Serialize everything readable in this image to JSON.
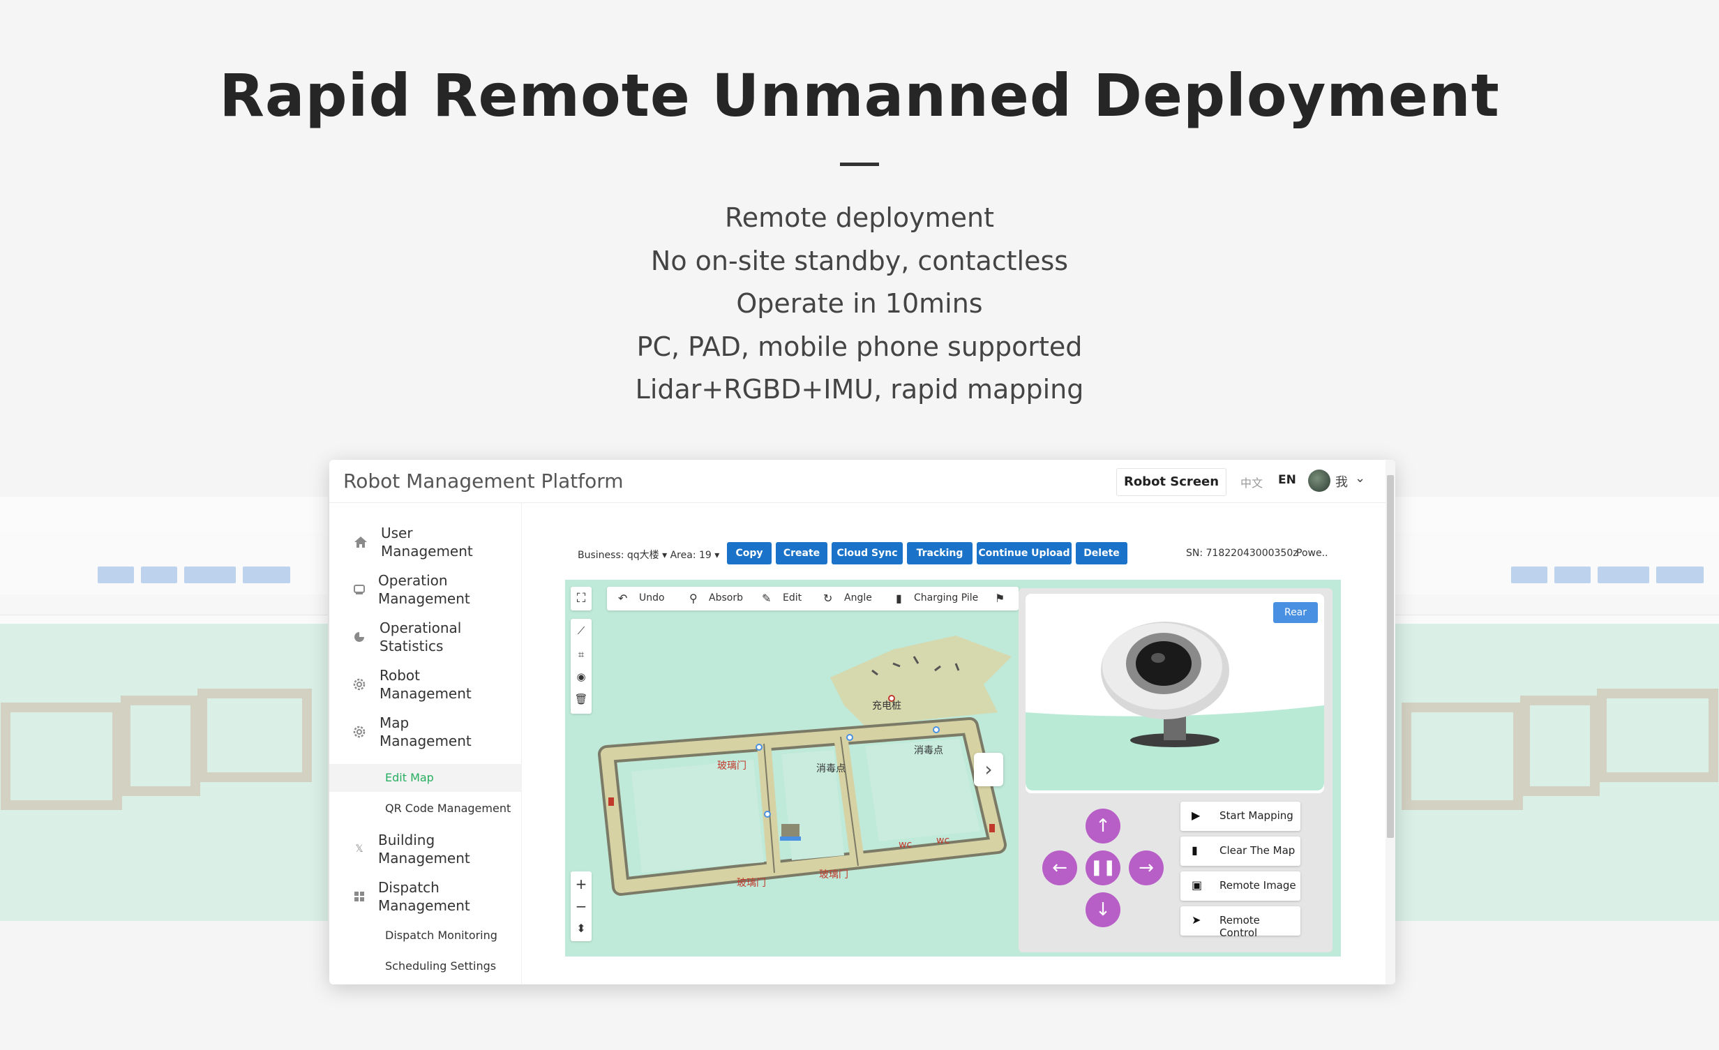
{
  "hero": {
    "title": "Rapid Remote Unmanned Deployment",
    "lines": [
      "Remote deployment",
      "No on-site standby, contactless",
      "Operate in 10mins",
      "PC, PAD, mobile phone supported",
      "Lidar+RGBD+IMU, rapid mapping"
    ]
  },
  "header": {
    "title": "Robot Management Platform",
    "robot_screen": "Robot Screen",
    "lang_zh": "中文",
    "lang_en": "EN",
    "user": "我"
  },
  "sidebar": {
    "items": [
      {
        "label": "User Management",
        "icon": "home-icon"
      },
      {
        "label": "Operation Management",
        "icon": "monitor-icon"
      },
      {
        "label": "Operational Statistics",
        "icon": "pie-chart-icon"
      },
      {
        "label": "Robot Management",
        "icon": "gear-icon"
      },
      {
        "label": "Map Management",
        "icon": "gear-icon"
      },
      {
        "label": "Building Management",
        "icon": "building-icon"
      },
      {
        "label": "Dispatch Management",
        "icon": "grid-icon"
      }
    ],
    "sub_map": [
      "Edit Map",
      "QR Code Management"
    ],
    "sub_dispatch": [
      "Dispatch Monitoring",
      "Scheduling Settings"
    ]
  },
  "toolbar": {
    "business": "Business:  qq大楼 ▾  Area:  19 ▾",
    "buttons": [
      "Copy",
      "Create",
      "Cloud Sync",
      "Tracking",
      "Continue Upload",
      "Delete"
    ],
    "sn": "SN:  71822043000350z",
    "power": "Powe..",
    "accent": "#1a73c8"
  },
  "map_tools": {
    "items": [
      "Undo",
      "Absorb",
      "Edit",
      "Angle",
      "Charging Pile"
    ]
  },
  "map_labels": {
    "charging": "充电桩",
    "disinfect1": "消毒点",
    "disinfect2": "消毒点",
    "glass1": "玻璃门",
    "glass2": "玻璃门",
    "glass3": "玻璃门",
    "wc1": "wc",
    "wc2": "wc"
  },
  "camera": {
    "rear": "Rear",
    "actions": [
      "Start Mapping",
      "Clear The Map",
      "Remote Image",
      "Remote Control"
    ],
    "dpad_color": "#b85ec7"
  }
}
